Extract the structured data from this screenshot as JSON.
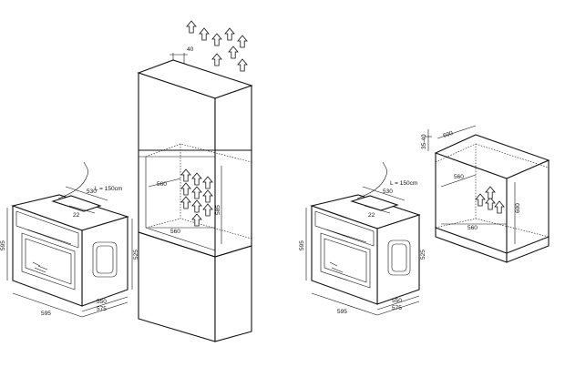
{
  "left_installation": {
    "oven": {
      "width_label": "595",
      "height_label": "595",
      "depth_top_label": "530",
      "depth_front_label": "22",
      "depth_side_label": "525",
      "bottom_depth_a": "550",
      "bottom_depth_b": "575",
      "cable_label": "L = 150cm"
    },
    "cabinet": {
      "vent_gap_label": "40",
      "niche_depth_label": "560",
      "niche_width_label": "560",
      "niche_height_label": "585"
    }
  },
  "right_installation": {
    "oven": {
      "width_label": "595",
      "height_label": "595",
      "depth_top_label": "530",
      "depth_front_label": "22",
      "depth_side_label": "525",
      "bottom_depth_a": "550",
      "bottom_depth_b": "575",
      "cable_label": "L = 150cm"
    },
    "countertop": {
      "gap_label": "35-40",
      "top_width_label": "600",
      "niche_depth_label": "560",
      "niche_width_label": "560",
      "niche_height_label": "600"
    }
  }
}
